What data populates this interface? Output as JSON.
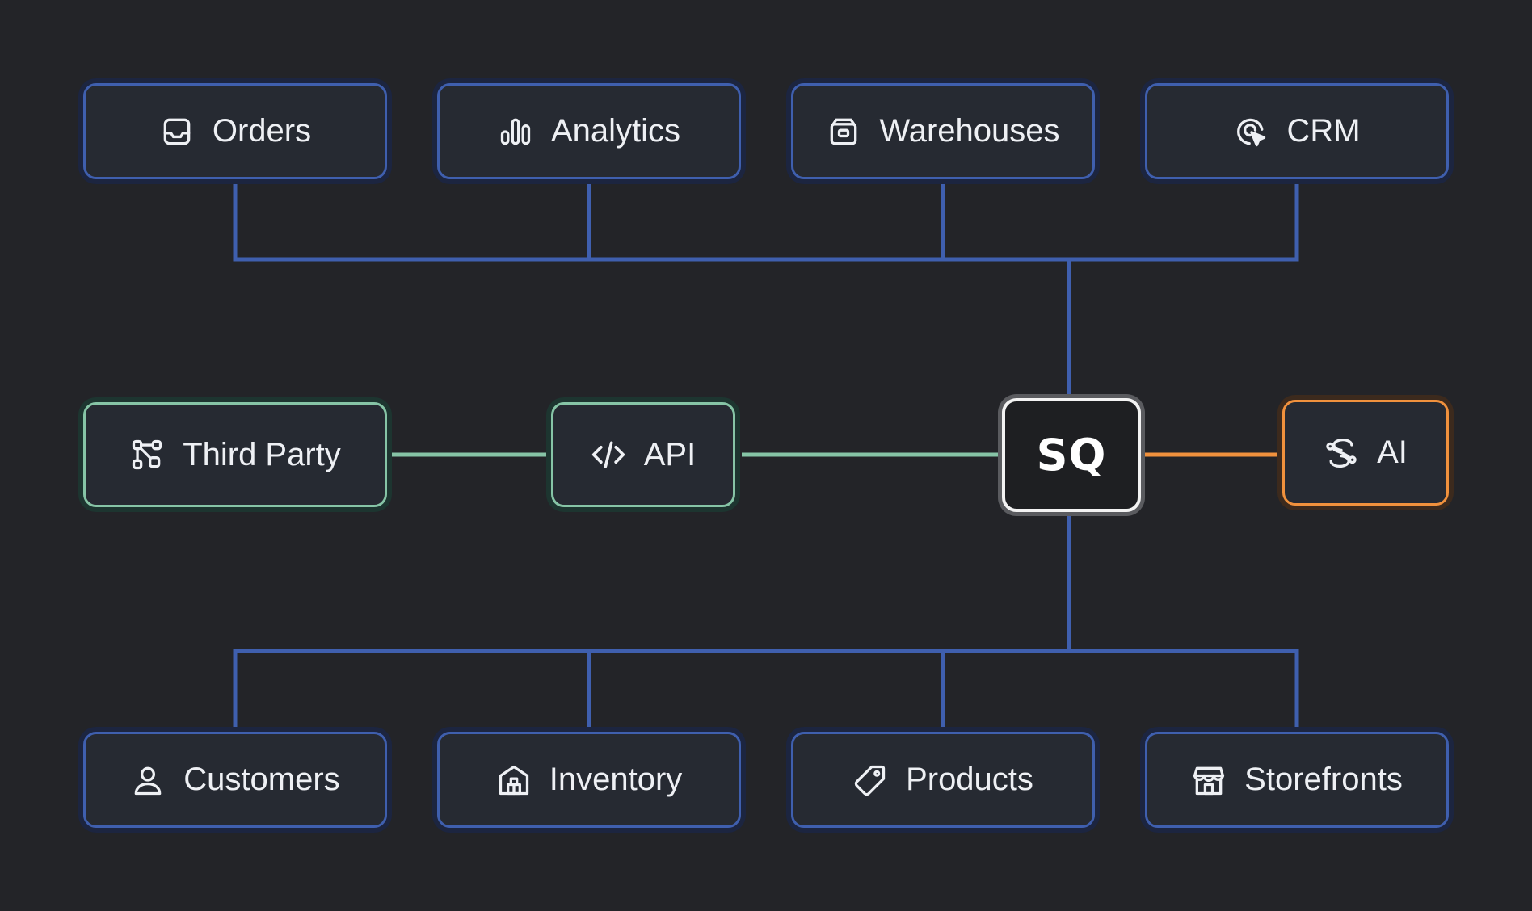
{
  "colors": {
    "background": "#232428",
    "data_link": "#3f5fae",
    "integration_link": "#86c4a6",
    "ai_link": "#f0913d",
    "hub_border": "#f3f3f3"
  },
  "hub": {
    "label": "SQ"
  },
  "top_nodes": [
    {
      "label": "Orders",
      "icon": "inbox-icon"
    },
    {
      "label": "Analytics",
      "icon": "bar-chart-icon"
    },
    {
      "label": "Warehouses",
      "icon": "package-icon"
    },
    {
      "label": "CRM",
      "icon": "target-cursor-icon"
    }
  ],
  "integrations": [
    {
      "label": "Third Party",
      "icon": "share-nodes-icon"
    },
    {
      "label": "API",
      "icon": "code-icon"
    }
  ],
  "ai": {
    "label": "AI",
    "icon": "ai-spiral-icon"
  },
  "bottom_nodes": [
    {
      "label": "Customers",
      "icon": "user-icon"
    },
    {
      "label": "Inventory",
      "icon": "warehouse-icon"
    },
    {
      "label": "Products",
      "icon": "tag-icon"
    },
    {
      "label": "Storefronts",
      "icon": "store-icon"
    }
  ]
}
